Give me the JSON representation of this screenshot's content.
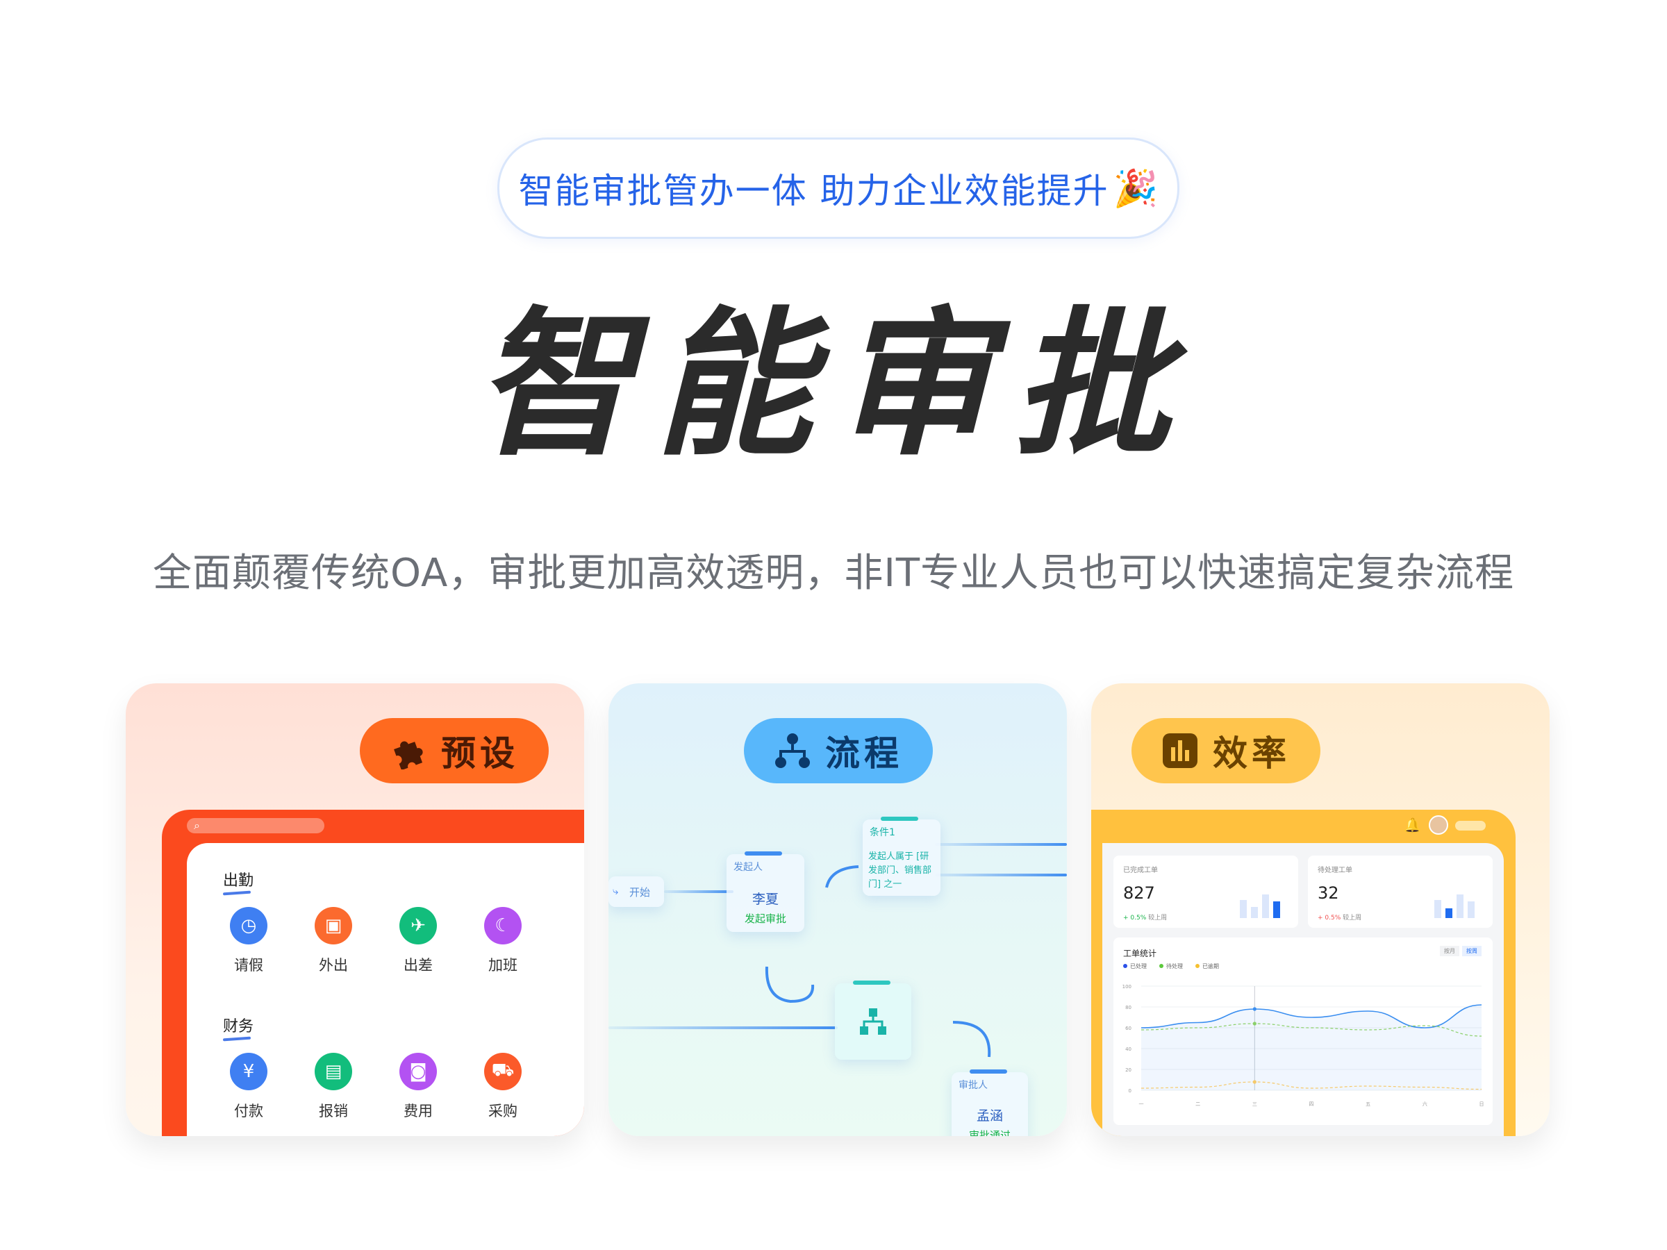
{
  "header": {
    "pill_text": "智能审批管办一体 助力企业效能提升",
    "party_icon": "party-popper-icon"
  },
  "hero": {
    "title": "智能审批",
    "subtitle": "全面颠覆传统OA，审批更加高效透明，非IT专业人员也可以快速搞定复杂流程"
  },
  "cards": {
    "preset": {
      "tag": "预设",
      "section1": "出勤",
      "apps1": [
        "请假",
        "外出",
        "出差",
        "加班"
      ],
      "section2": "财务",
      "apps2": [
        "付款",
        "报销",
        "费用",
        "采购"
      ],
      "colors": {
        "accent": "#fb4a1e"
      }
    },
    "flow": {
      "tag": "流程",
      "start": "开始",
      "initiator_head": "发起人",
      "initiator_name": "李夏",
      "initiator_status": "发起审批",
      "condition_head": "条件1",
      "condition_body": "发起人属于 [研发部门、销售部门] 之一",
      "approver_head": "审批人",
      "approver_name": "孟涵",
      "approver_status": "审批通过"
    },
    "efficiency": {
      "tag": "效率",
      "kpi1": {
        "title": "已完成工单",
        "value": "827",
        "delta": "+ 0.5%",
        "delta_note": "较上周"
      },
      "kpi2": {
        "title": "待处理工单",
        "value": "32",
        "delta": "+ 0.5%",
        "delta_note": "较上周"
      },
      "chart_title": "工单统计",
      "legend": [
        "已处理",
        "待处理",
        "已逾期"
      ],
      "tabs": [
        "按月",
        "按周"
      ]
    }
  },
  "chart_data": {
    "type": "line",
    "title": "工单统计",
    "categories": [
      "一",
      "二",
      "三",
      "四",
      "五",
      "六",
      "日"
    ],
    "ylim": [
      0,
      100
    ],
    "yticks": [
      0,
      20,
      40,
      60,
      80,
      100
    ],
    "series": [
      {
        "name": "已处理",
        "color": "#3a8ef0",
        "values": [
          60,
          65,
          78,
          70,
          76,
          60,
          82
        ]
      },
      {
        "name": "待处理",
        "color": "#8bd06a",
        "values": [
          58,
          60,
          64,
          60,
          58,
          62,
          52
        ]
      },
      {
        "name": "已逾期",
        "color": "#f5c96a",
        "values": [
          2,
          3,
          8,
          2,
          4,
          3,
          1
        ]
      }
    ]
  }
}
